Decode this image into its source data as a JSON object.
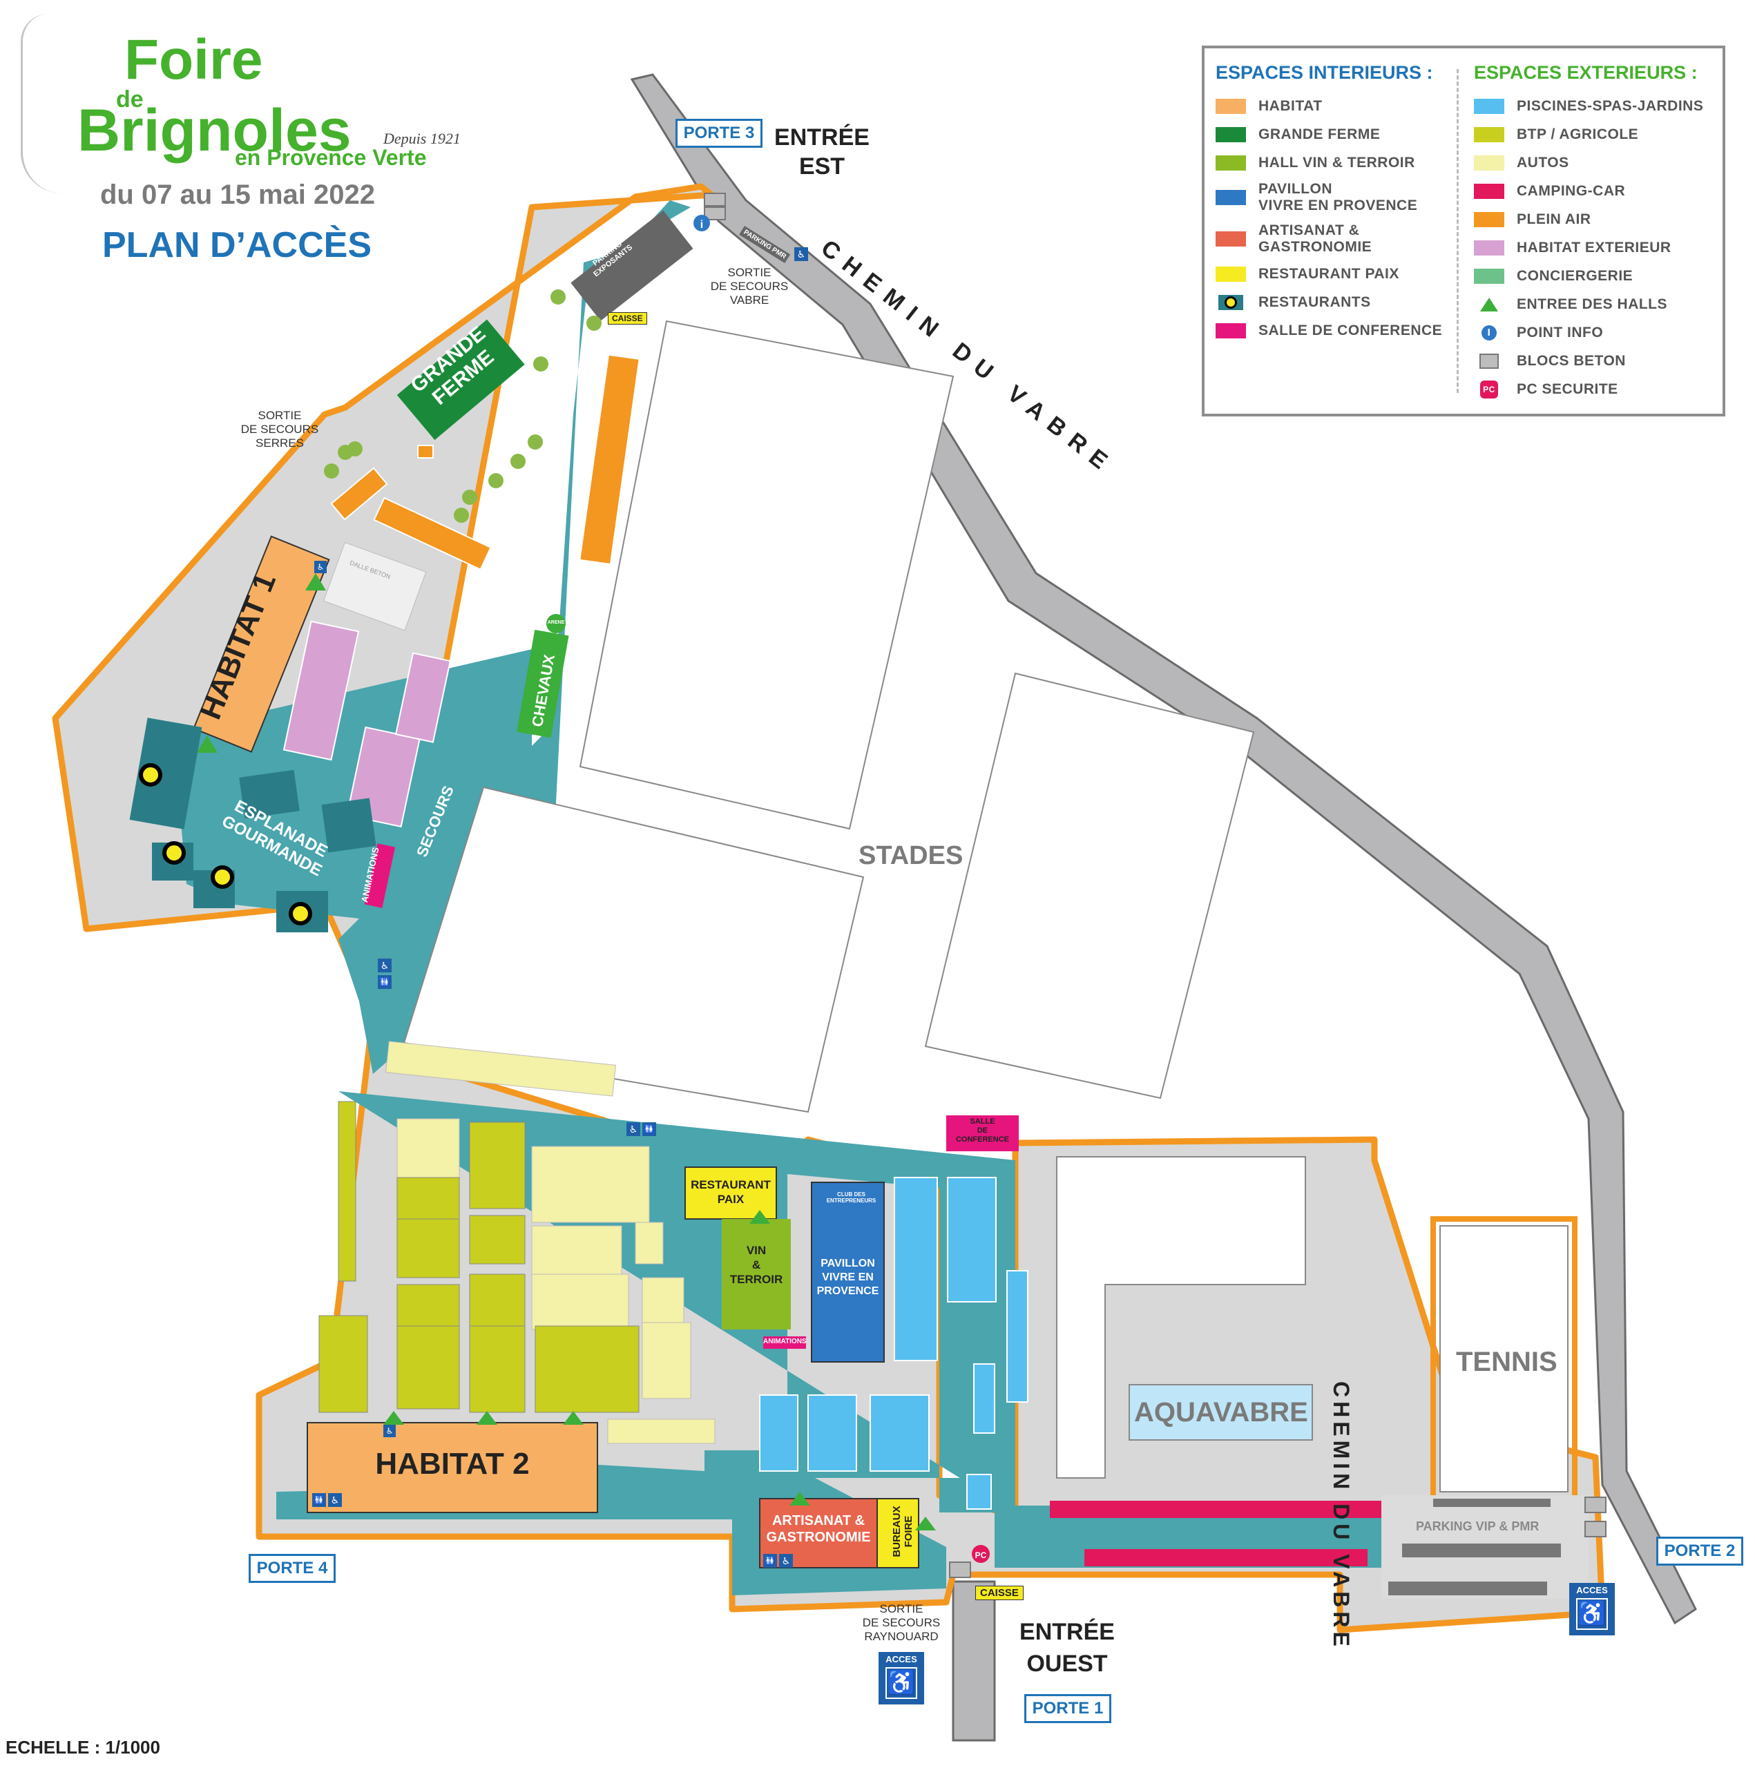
{
  "header": {
    "title_line1": "Foire",
    "title_line2": "de",
    "title_line3": "Brignoles",
    "title_line4": "en Provence Verte",
    "since": "Depuis 1921",
    "dates": "du 07 au 15 mai 2022",
    "subtitle": "PLAN D’ACCÈS"
  },
  "legend": {
    "interior_title": "ESPACES INTERIEURS :",
    "exterior_title": "ESPACES EXTERIEURS :",
    "interior": [
      {
        "label": "HABITAT",
        "color": "#f7b063"
      },
      {
        "label": "GRANDE FERME",
        "color": "#1a8a3a"
      },
      {
        "label": "HALL VIN & TERROIR",
        "color": "#8cba25"
      },
      {
        "label": "PAVILLON\nVIVRE EN PROVENCE",
        "color": "#2f78c4"
      },
      {
        "label": "ARTISANAT &\nGASTRONOMIE",
        "color": "#e8654d"
      },
      {
        "label": "RESTAURANT PAIX",
        "color": "#f6ea21"
      },
      {
        "label": "RESTAURANTS",
        "icon": "restaurant-icon"
      },
      {
        "label": "SALLE DE CONFERENCE",
        "color": "#e6157d"
      }
    ],
    "exterior": [
      {
        "label": "PISCINES-SPAS-JARDINS",
        "color": "#57bff0"
      },
      {
        "label": "BTP / AGRICOLE",
        "color": "#c8cf1e"
      },
      {
        "label": "AUTOS",
        "color": "#f4f1a8"
      },
      {
        "label": "CAMPING-CAR",
        "color": "#e2175c"
      },
      {
        "label": "PLEIN AIR",
        "color": "#f39720"
      },
      {
        "label": "HABITAT EXTERIEUR",
        "color": "#d7a1d2"
      },
      {
        "label": "CONCIERGERIE",
        "color": "#6cc28a"
      },
      {
        "label": "ENTREE DES HALLS",
        "icon": "triangle-icon"
      },
      {
        "label": "POINT INFO",
        "icon": "info-icon"
      },
      {
        "label": "BLOCS BETON",
        "icon": "concrete-block-icon"
      },
      {
        "label": "PC SECURITE",
        "icon": "pc-icon"
      }
    ]
  },
  "map": {
    "doors": {
      "porte1": "PORTE 1",
      "porte2": "PORTE 2",
      "porte3": "PORTE 3",
      "porte4": "PORTE 4"
    },
    "entrances": {
      "est1": "ENTRÉE",
      "est2": "EST",
      "ouest1": "ENTRÉE",
      "ouest2": "OUEST"
    },
    "roads": {
      "chemin_vabre": "CHEMIN DU VABRE"
    },
    "areas": {
      "stades": "STADES",
      "tennis": "TENNIS",
      "aquavabre": "AQUAVABRE",
      "habitat1": "HABITAT 1",
      "habitat2": "HABITAT 2",
      "grande_ferme1": "GRANDE",
      "grande_ferme2": "FERME",
      "chevaux": "CHEVAUX",
      "esplanade1": "ESPLANADE",
      "esplanade2": "GOURMANDE",
      "secours": "SECOURS",
      "animations": "ANIMATIONS",
      "restaurant_paix1": "RESTAURANT",
      "restaurant_paix2": "PAIX",
      "vin1": "VIN",
      "vin2": "&",
      "vin3": "TERROIR",
      "pavillon1": "PAVILLON",
      "pavillon2": "VIVRE EN",
      "pavillon3": "PROVENCE",
      "artisanat1": "ARTISANAT &",
      "artisanat2": "GASTRONOMIE",
      "bureaux": "BUREAUX FOIRE",
      "salle1": "SALLE",
      "salle2": "DE",
      "salle3": "CONFERENCE",
      "parking_vip": "PARKING VIP & PMR",
      "parking_pmr": "PARKING PMR",
      "parking_exposants1": "PARKING",
      "parking_exposants2": "EXPOSANTS",
      "caisse": "CAISSE",
      "arene": "ARENE",
      "dalle": "DALLE BETON",
      "club": "CLUB DES ENTREPRENEURS"
    },
    "exits": {
      "serres": [
        "SORTIE",
        "DE SECOURS",
        "SERRES"
      ],
      "vabre": [
        "SORTIE",
        "DE SECOURS",
        "VABRE"
      ],
      "raynouard": [
        "SORTIE",
        "DE SECOURS",
        "RAYNOUARD"
      ]
    },
    "access": "ACCES",
    "scale": "ECHELLE : 1/1000"
  }
}
